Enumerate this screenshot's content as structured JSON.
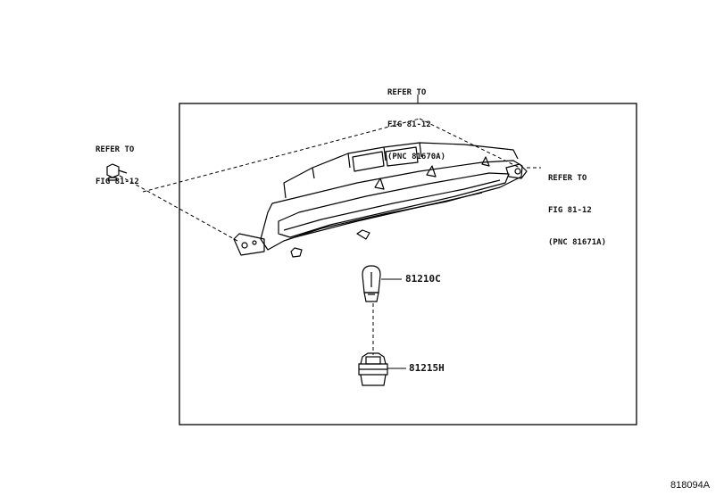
{
  "callouts": {
    "top": [
      "REFER TO",
      "FIG 81-12",
      "(PNC 81670A)"
    ],
    "left": [
      "REFER TO",
      "FIG 81-12"
    ],
    "right": [
      "REFER TO",
      "FIG 81-12",
      "(PNC 81671A)"
    ]
  },
  "parts": {
    "bulb": "81210C",
    "socket": "81215H"
  },
  "figure_code": "818094A"
}
